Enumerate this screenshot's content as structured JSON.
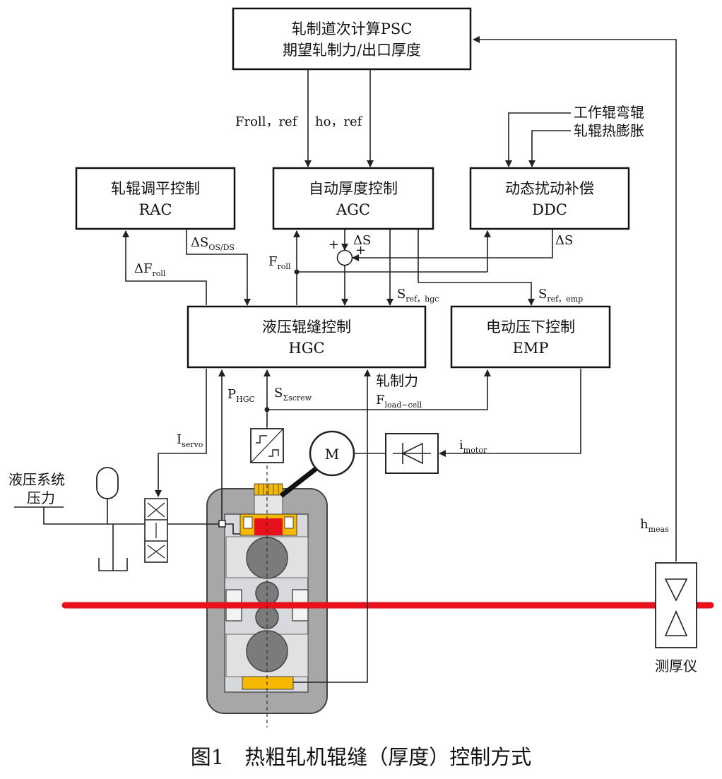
{
  "colors": {
    "strip": "#e8101a",
    "housing": "#a7a7a7",
    "roll": "#7b7b7b",
    "actuator": "#f7b800",
    "piston": "#e8101a",
    "line": "#222222"
  },
  "boxes": {
    "psc": {
      "line1": "轧制道次计算PSC",
      "line2": "期望轧制力/出口厚度"
    },
    "rac": {
      "line1": "轧辊调平控制",
      "line2": "RAC"
    },
    "agc": {
      "line1": "自动厚度控制",
      "line2": "AGC"
    },
    "ddc": {
      "line1": "动态扰动补偿",
      "line2": "DDC"
    },
    "hgc": {
      "line1": "液压辊缝控制",
      "line2": "HGC"
    },
    "emp": {
      "line1": "电动压下控制",
      "line2": "EMP"
    }
  },
  "labels": {
    "froll_ref": "Froll，ref",
    "ho_ref": "ho，ref",
    "work_roll_bend": "工作辊弯辊",
    "roll_thermal": "轧辊热膨胀",
    "delta_s_os_ds": {
      "main": "ΔS",
      "sub": "OS/DS"
    },
    "delta_f_roll": {
      "main": "ΔF",
      "sub": "roll"
    },
    "f_roll": {
      "main": "F",
      "sub": "roll"
    },
    "delta_s_agc": "ΔS",
    "delta_s_ddc": "ΔS",
    "plus_left": "+",
    "plus_bottom": "+",
    "s_ref_hgc": {
      "main": "S",
      "sub": "ref，hgc"
    },
    "s_ref_emp": {
      "main": "S",
      "sub": "ref，emp"
    },
    "p_hgc": {
      "main": "P",
      "sub": "HGC"
    },
    "s_screw": {
      "main": "S",
      "sub": "Σscrew"
    },
    "rolling_force": "轧制力",
    "f_load_cell": {
      "main": "F",
      "sub": "load−cell"
    },
    "i_servo": {
      "main": "I",
      "sub": "servo"
    },
    "i_motor": {
      "main": "i",
      "sub": "motor"
    },
    "hydraulic_pressure_l1": "液压系统",
    "hydraulic_pressure_l2": "压力",
    "motor": "M",
    "h_meas": {
      "main": "h",
      "sub": "meas"
    },
    "gauge": "测厚仪"
  },
  "caption": "图1　热粗轧机辊缝（厚度）控制方式"
}
